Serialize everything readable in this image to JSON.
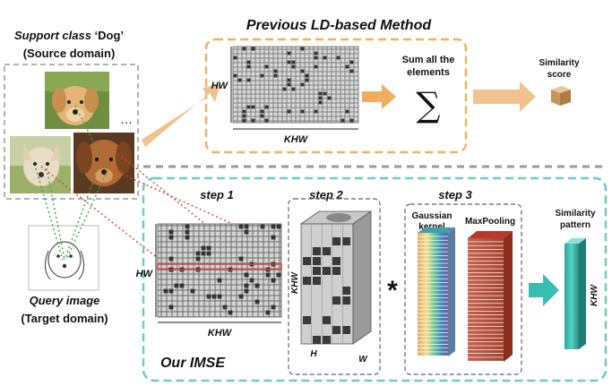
{
  "support": {
    "title_prefix": "Support class ",
    "title_class": "‘Dog’",
    "subtitle": "(Source domain)",
    "ellipsis": "…"
  },
  "query": {
    "title": "Query image",
    "subtitle": "(Target domain)"
  },
  "previous": {
    "title": "Previous LD-based Method",
    "hw": "HW",
    "khw": "KHW",
    "sum_line1": "Sum all the",
    "sum_line2": "elements",
    "sum_symbol": "∑",
    "score_line1": "Similarity",
    "score_line2": "score"
  },
  "ours": {
    "title": "Our IMSE",
    "step1": "step 1",
    "step2": "step 2",
    "step3": "step 3",
    "hw": "HW",
    "khw": "KHW",
    "cube_khw": "KHW",
    "cube_h": "H",
    "cube_w": "W",
    "star": "*",
    "gaussian_line1": "Gaussian",
    "gaussian_line2": "kernel",
    "maxpool": "MaxPooling",
    "pattern_line1": "Similarity",
    "pattern_line2": "pattern",
    "pattern_khw": "KHW"
  },
  "colors": {
    "prev_dash": "#f0b45c",
    "ours_dash": "#6ccfc4",
    "arrow_orange": "#f2c28e",
    "arrow_teal": "#36bfb0",
    "cube_score": "#d8b07a",
    "red_dotted": "#d9423e",
    "green_dotted": "#3aa845"
  }
}
